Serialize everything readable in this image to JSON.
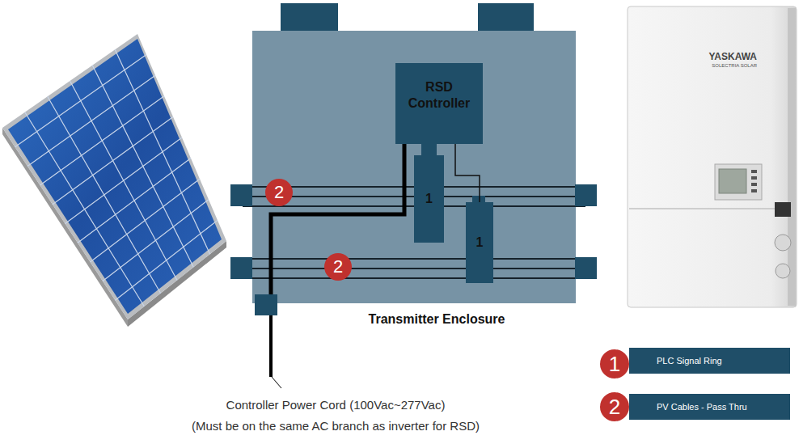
{
  "diagram": {
    "nodes": [
      {
        "text": [
          "Transmitter Enclosure"
        ]
      },
      {
        "text": [
          "RSD Controller"
        ],
        "in": 0
      },
      {
        "text": [
          "1"
        ],
        "in": 0
      },
      {
        "text": [
          "1"
        ],
        "in": 0
      }
    ],
    "edges": [
      {
        "from": 1,
        "to": 2,
        "arrow": "none"
      },
      {
        "from": 1,
        "to": 3,
        "arrow": "none"
      }
    ],
    "labels": [
      "2",
      "2",
      "YASKAWA",
      "SOLECTRIA SOLAR",
      "Controller Power Cord (100Vac~277Vac)",
      "(Must be on the same AC branch as inverter for RSD)",
      "1",
      "2"
    ],
    "legend": [
      {
        "text": "PLC Signal Ring"
      },
      {
        "text": "PV Cables - Pass Thru"
      }
    ]
  }
}
